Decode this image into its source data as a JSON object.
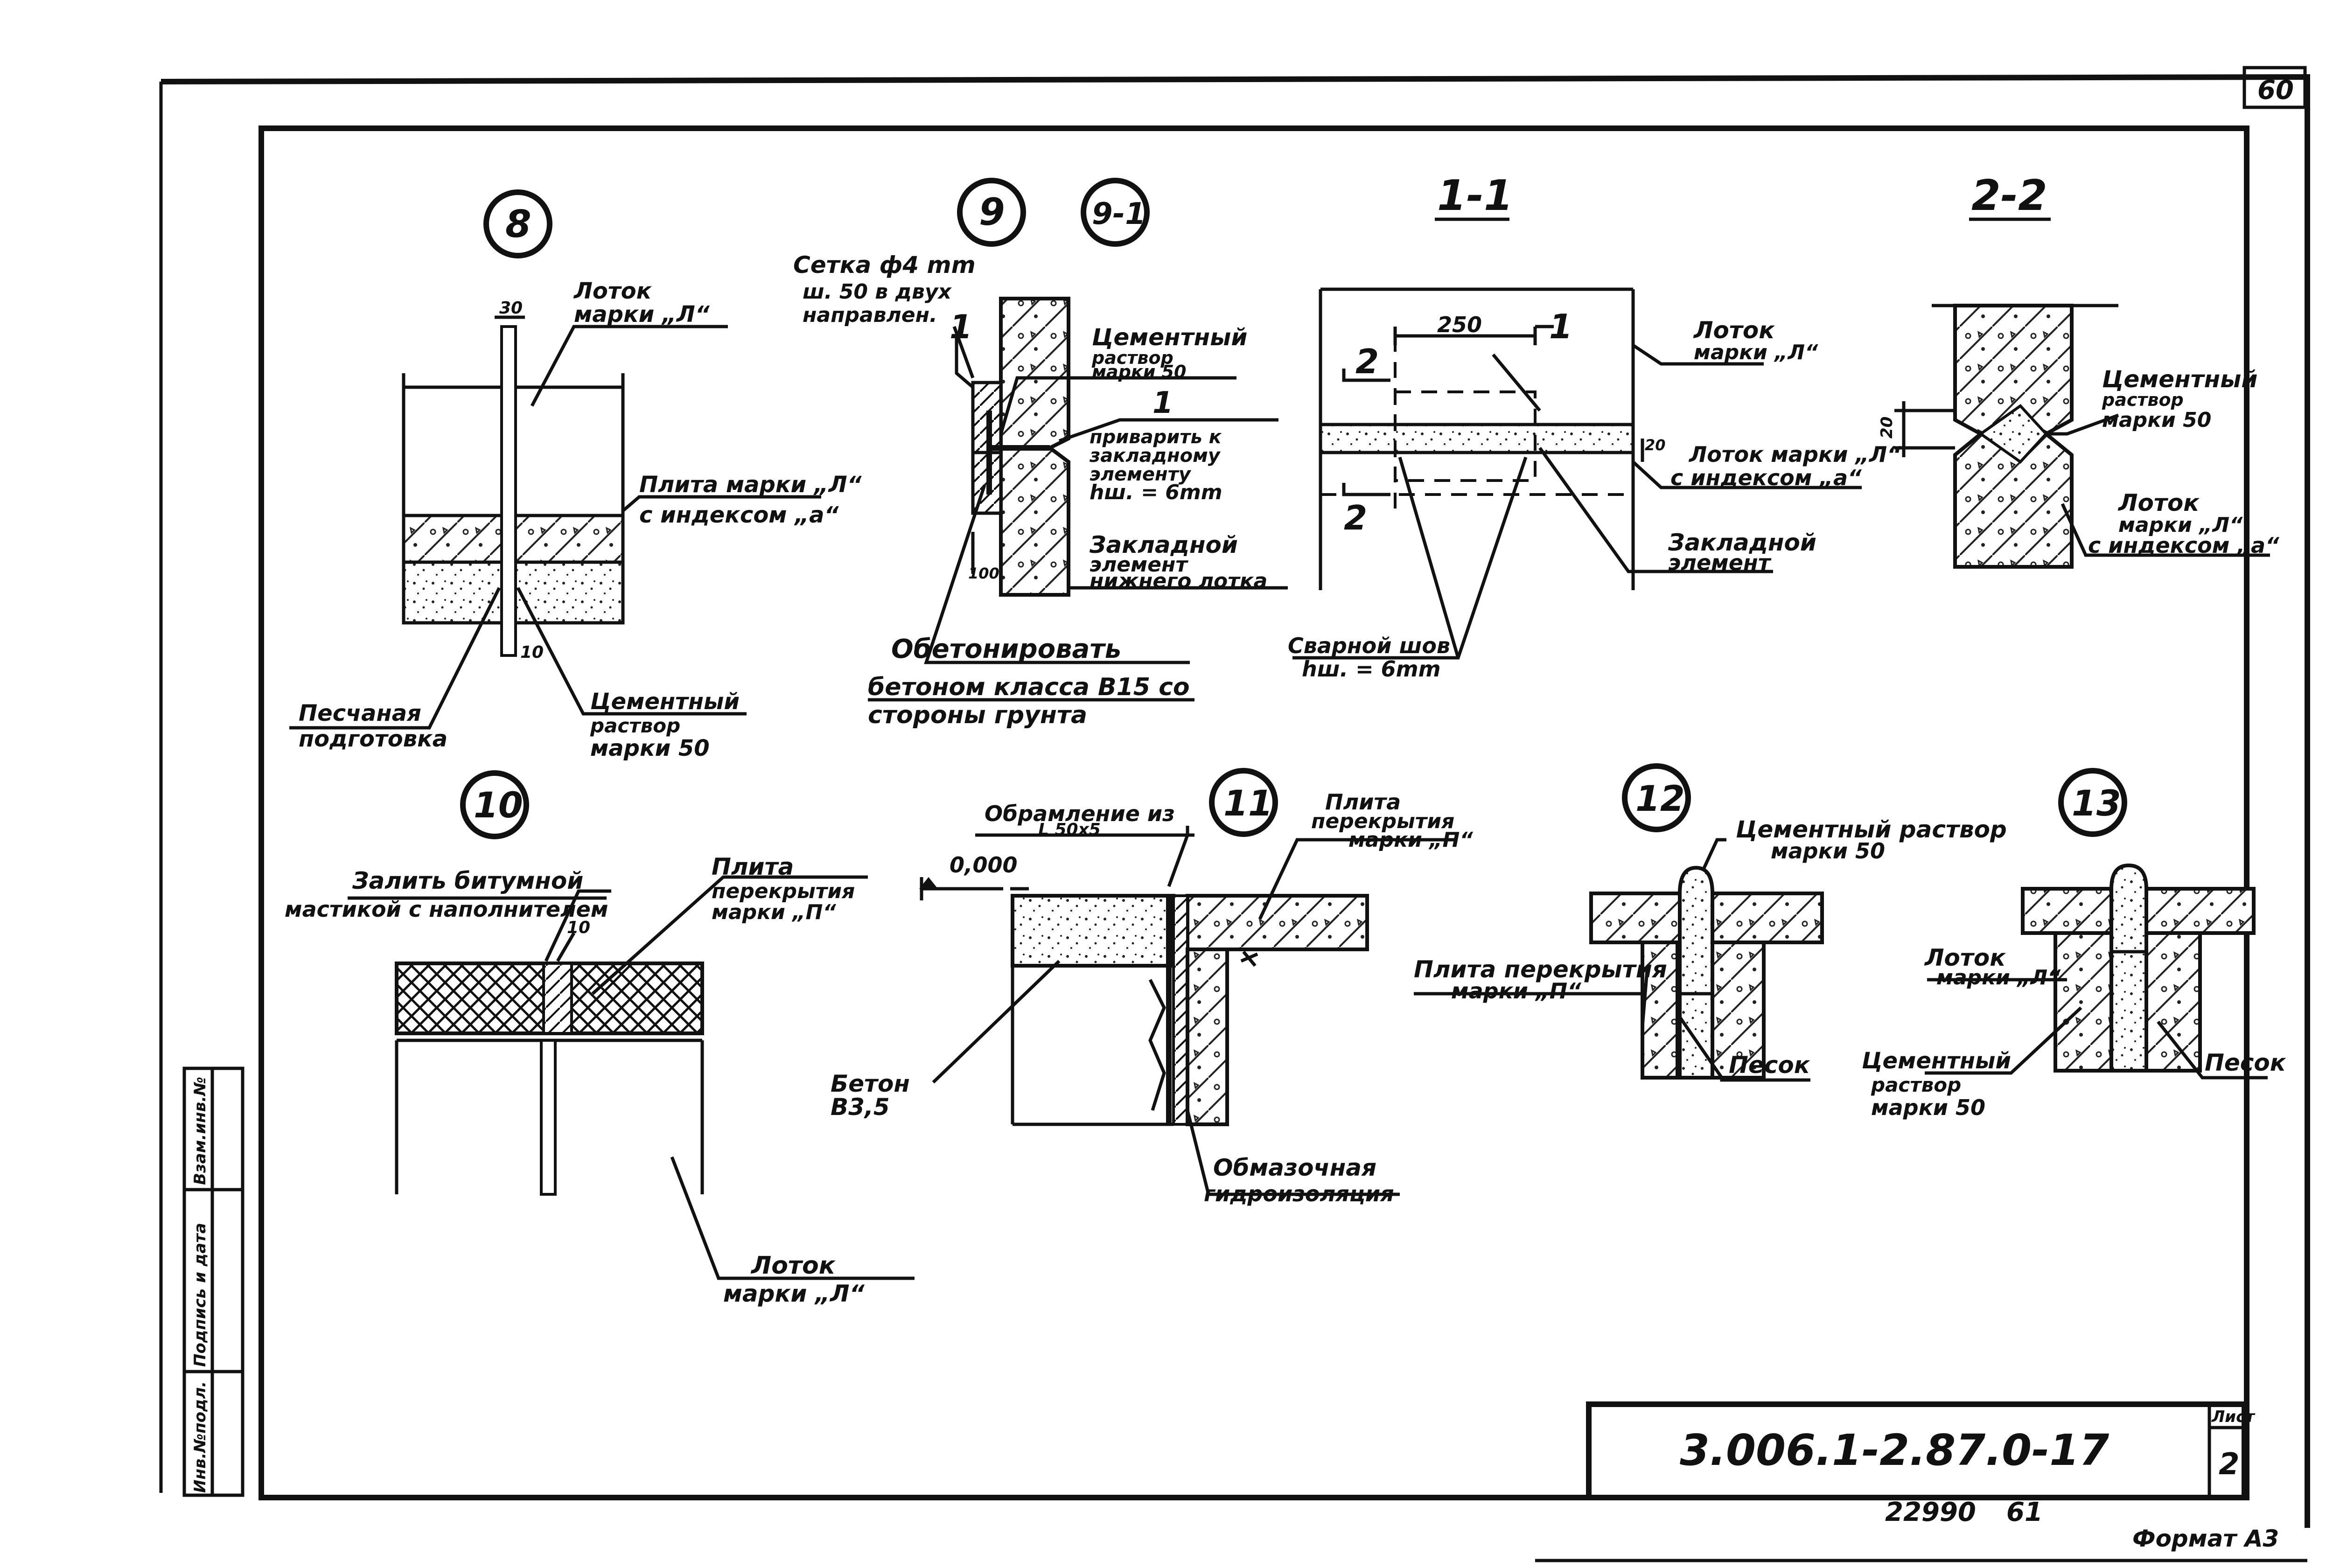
{
  "sheet_number_top": "60",
  "details": {
    "d8": {
      "id": "8",
      "dim_top": "30",
      "dim_bottom": "10",
      "label_trough": [
        "Лоток",
        "марки „Л“"
      ],
      "label_slab": [
        "Плита марки „Л“",
        "с индексом „а“"
      ],
      "label_sand": [
        "Песчаная",
        "подготовка"
      ],
      "label_mortar": [
        "Цементный",
        "раствор",
        "марки 50"
      ]
    },
    "d9": {
      "id": "9",
      "id_alt": "9-1",
      "label_mesh": [
        "Сетка ф4 mm",
        "ш. 50 в двух",
        "направлен."
      ],
      "label_mortar": [
        "Цементный",
        "раствор",
        "марки 50"
      ],
      "label_weld": [
        "1",
        "приварить к",
        "закладному",
        "элементу",
        "hш. = 6mm"
      ],
      "label_embed": [
        "Закладной",
        "элемент",
        "нижнего лотка"
      ],
      "label_concrete": [
        "Обетонировать",
        "бетоном класса В15 со",
        "стороны грунта"
      ],
      "dim_100": "100",
      "mark_1": "1"
    },
    "s11": {
      "title": "1-1",
      "dim_250": "250",
      "mark_1": "1",
      "mark_2": "2",
      "dim_20": "20",
      "label_trough": [
        "Лоток",
        "марки „Л“"
      ],
      "label_trough_a": [
        "Лоток марки „Л“",
        "с индексом „а“"
      ],
      "label_embed": [
        "Закладной",
        "элемент"
      ],
      "label_weld": [
        "Сварной шов",
        "hш. = 6mm"
      ]
    },
    "s22": {
      "title": "2-2",
      "dim_20": "20",
      "label_mortar": [
        "Цементный",
        "раствор",
        "марки 50"
      ],
      "label_trough": [
        "Лоток",
        "марки „Л“",
        "с индексом „а“"
      ]
    },
    "d10": {
      "id": "10",
      "dim_10": "10",
      "label_fill": [
        "Залить битумной",
        "мастикой с наполнителем"
      ],
      "label_slab": [
        "Плита",
        "перекрытия",
        "марки „П“"
      ],
      "label_trough": [
        "Лоток",
        "марки „Л“"
      ]
    },
    "d11": {
      "id": "11",
      "level": "0,000",
      "label_frame": [
        "Обрамление из",
        "L 50x5"
      ],
      "label_slab": [
        "Плита",
        "перекрытия",
        "марки „П“"
      ],
      "label_concrete": [
        "Бетон",
        "В3,5"
      ],
      "label_waterproof": [
        "Обмазочная",
        "гидроизоляция"
      ]
    },
    "d12": {
      "id": "12",
      "label_mortar": [
        "Цементный раствор",
        "марки 50"
      ],
      "label_slab": [
        "Плита перекрытия",
        "марки „П“"
      ],
      "label_sand": "Песок"
    },
    "d13": {
      "id": "13",
      "label_trough": [
        "Лоток",
        "марки „Л“"
      ],
      "label_mortar": [
        "Цементный",
        "раствор",
        "марки 50"
      ],
      "label_sand": "Песок"
    }
  },
  "side_stamp": [
    "Инв.№подл.",
    "Подпись и дата",
    "Взам.инв.№"
  ],
  "title_block": {
    "code": "3.006.1-2.87.0-17",
    "sheet_label": "Лист",
    "sheet_number": "2"
  },
  "footer": {
    "copy_number": "22990",
    "page": "61",
    "format": "Формат А3"
  }
}
